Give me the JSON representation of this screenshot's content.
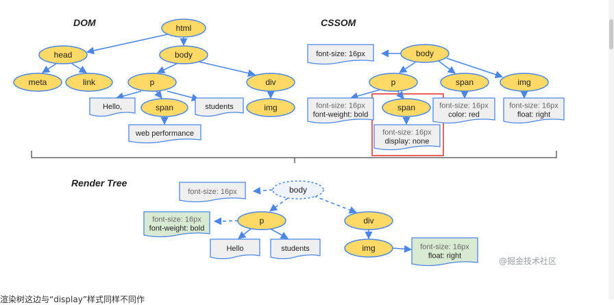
{
  "sections": {
    "dom": "DOM",
    "cssom": "CSSOM",
    "render": "Render Tree"
  },
  "nodes": {
    "dom_html": "html",
    "dom_head": "head",
    "dom_body": "body",
    "dom_meta": "meta",
    "dom_link": "link",
    "dom_p": "p",
    "dom_div": "div",
    "dom_span": "span",
    "dom_img": "img",
    "cssom_body": "body",
    "cssom_p": "p",
    "cssom_span": "span",
    "cssom_img": "img",
    "cssom_p_span": "span",
    "render_body": "body",
    "render_p": "p",
    "render_div": "div",
    "render_img": "img"
  },
  "boxes": {
    "dom_hello": [
      "Hello,"
    ],
    "dom_students": [
      "students"
    ],
    "dom_webperf": [
      "web performance"
    ],
    "cssom_body_style": [
      "font-size: 16px"
    ],
    "cssom_p_style": [
      "font-size: 16px",
      "font-weight: bold"
    ],
    "cssom_span_style": [
      "font-size: 16px",
      "display: none"
    ],
    "cssom_span2_style": [
      "font-size: 16px",
      "color: red"
    ],
    "cssom_img_style": [
      "font-size: 16px",
      "float: right"
    ],
    "render_body_style": [
      "font-size: 16px"
    ],
    "render_p_style": [
      "font-size: 16px",
      "font-weight: bold"
    ],
    "render_hello": [
      "Hello"
    ],
    "render_students": [
      "students"
    ],
    "render_img_style": [
      "font-size: 16px",
      "float: right"
    ]
  },
  "watermark": "@掘金技术社区",
  "caption": "渲染树这边与“display”样式同样不同作",
  "colors": {
    "node_fill": "#FFD966",
    "node_stroke": "#4A86E8",
    "edge": "#4A86E8",
    "box_gray": "#EFEFEF",
    "box_green": "#D9EAD3",
    "highlight": "#E53935"
  }
}
